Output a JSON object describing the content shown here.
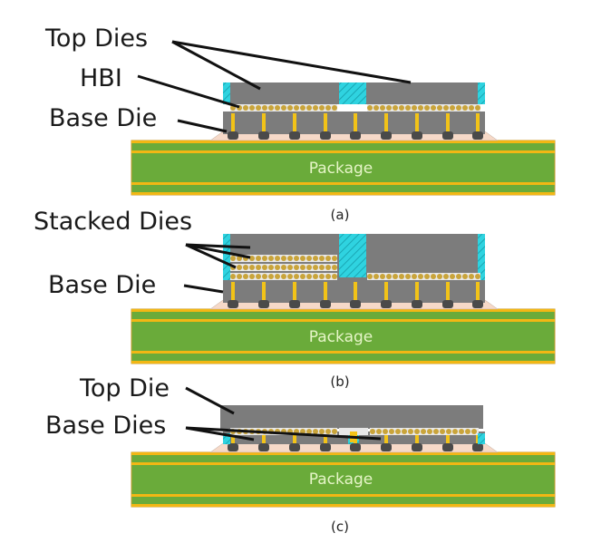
{
  "colors": {
    "die": "#7c7c7c",
    "die_dark": "#6e6e6e",
    "package_green": "#6aab3a",
    "package_trace": "#f2b714",
    "package_edge": "#c79a2a",
    "underfill": "#f6d9c8",
    "bump": "#4a4a4a",
    "tsv": "#f2c318",
    "hbi_bond": "#c9a43a",
    "hbi_gap": "#e8e8e8",
    "fill_cyan": "#2fd3e0",
    "leader": "#111111"
  },
  "panels": [
    {
      "id": "a",
      "caption": "(a)",
      "package_label": "Package",
      "labels": [
        {
          "name": "top-dies-label",
          "text": "Top Dies"
        },
        {
          "name": "hbi-label",
          "text": "HBI"
        },
        {
          "name": "base-die-label",
          "text": "Base Die"
        }
      ]
    },
    {
      "id": "b",
      "caption": "(b)",
      "package_label": "Package",
      "labels": [
        {
          "name": "stacked-dies-label",
          "text": "Stacked Dies"
        },
        {
          "name": "base-die-label",
          "text": "Base Die"
        }
      ]
    },
    {
      "id": "c",
      "caption": "(c)",
      "package_label": "Package",
      "labels": [
        {
          "name": "top-die-label",
          "text": "Top Die"
        },
        {
          "name": "base-dies-label",
          "text": "Base Dies"
        }
      ]
    }
  ]
}
